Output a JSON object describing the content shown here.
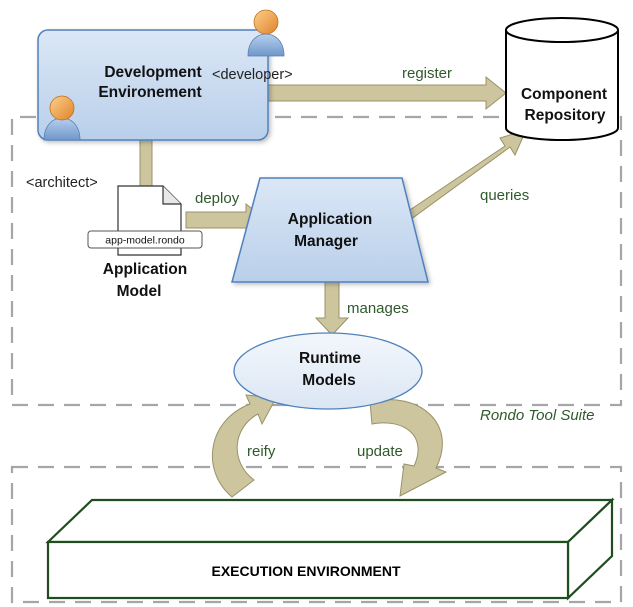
{
  "nodes": {
    "dev_env": {
      "line1": "Development",
      "line2": "Environement"
    },
    "component_repo": {
      "line1": "Component",
      "line2": "Repository"
    },
    "app_manager": {
      "line1": "Application",
      "line2": "Manager"
    },
    "runtime_models": {
      "line1": "Runtime",
      "line2": "Models"
    },
    "app_model": {
      "file": "app-model.rondo",
      "line1": "Application",
      "line2": "Model"
    },
    "exec_env": {
      "label": "EXECUTION ENVIRONMENT"
    }
  },
  "roles": {
    "developer": "<developer>",
    "architect": "<architect>"
  },
  "edges": {
    "register": "register",
    "deploy": "deploy",
    "queries": "queries",
    "manages": "manages",
    "reify": "reify",
    "update": "update"
  },
  "boundaries": {
    "suite": "Rondo Tool Suite"
  },
  "colors": {
    "box_fill": "#c6d9f1",
    "box_stroke": "#4f81bd",
    "arrow_fill": "#cdc59d",
    "arrow_stroke": "#9a9168",
    "label_green": "#2f5a2c",
    "exec_stroke": "#1f4d1f",
    "dashed_border": "#a6a6a6",
    "person_head": "#f3a03e",
    "person_body": "#8db3e2"
  }
}
